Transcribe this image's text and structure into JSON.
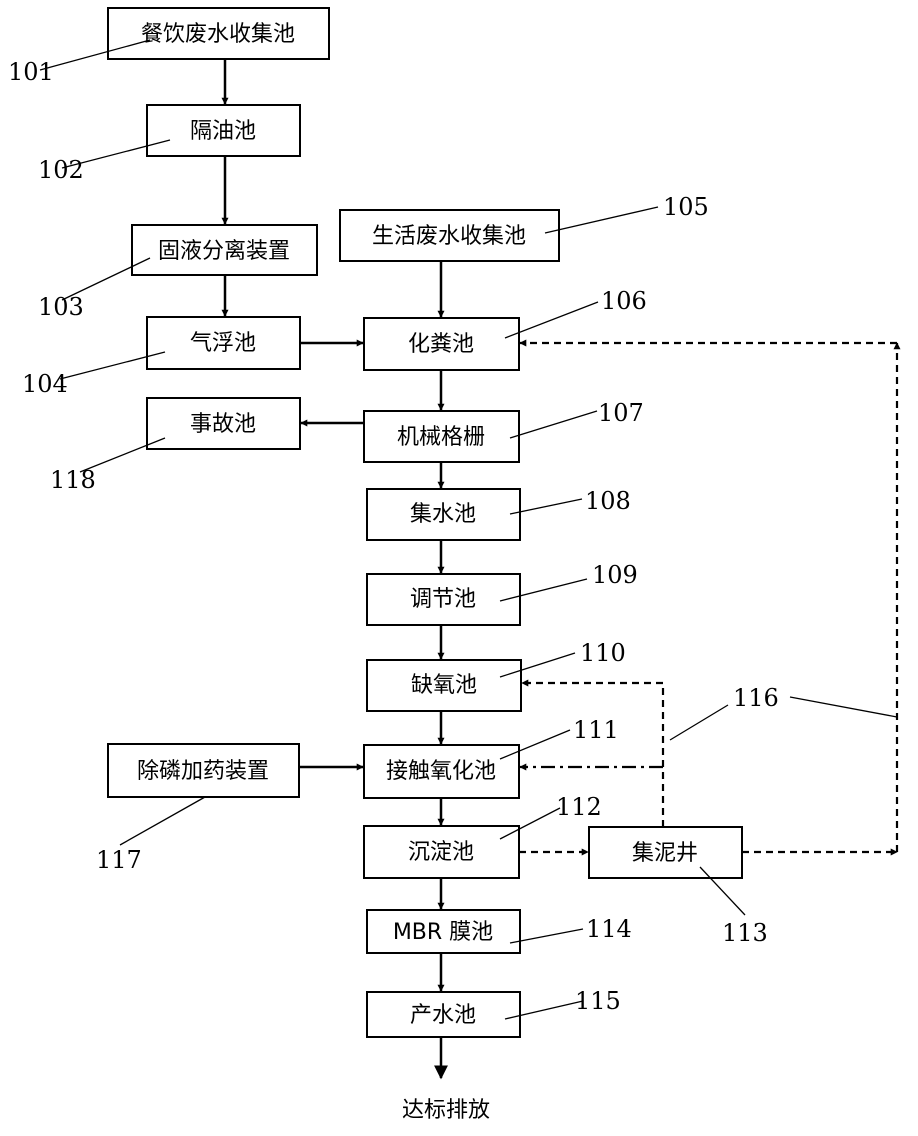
{
  "boxes": {
    "b101": "餐饮废水收集池",
    "b102": "隔油池",
    "b103": "固液分离装置",
    "b104": "气浮池",
    "b105": "生活废水收集池",
    "b106": "化粪池",
    "b107": "机械格栅",
    "b108": "集水池",
    "b109": "调节池",
    "b110": "缺氧池",
    "b111": "接触氧化池",
    "b112": "沉淀池",
    "b113": "集泥井",
    "b114": "MBR 膜池",
    "b115": "产水池",
    "b117": "除磷加药装置",
    "b118": "事故池"
  },
  "refs": {
    "r101": "101",
    "r102": "102",
    "r103": "103",
    "r104": "104",
    "r105": "105",
    "r106": "106",
    "r107": "107",
    "r108": "108",
    "r109": "109",
    "r110": "110",
    "r111": "111",
    "r112": "112",
    "r113": "113",
    "r114": "114",
    "r115": "115",
    "r116": "116",
    "r117": "117",
    "r118": "118"
  },
  "output_label": "达标排放"
}
